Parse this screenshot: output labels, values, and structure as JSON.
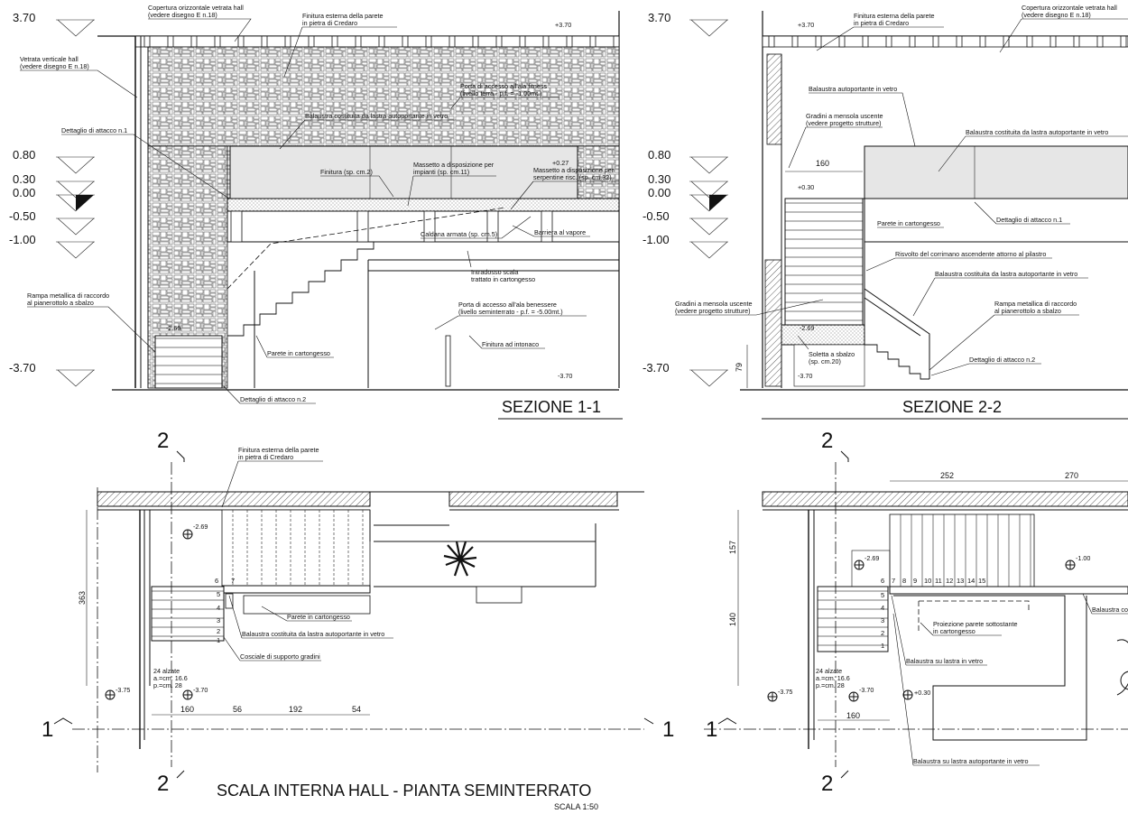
{
  "levels": {
    "left": [
      {
        "label": "3.70"
      },
      {
        "label": "0.80"
      },
      {
        "label": "0.30"
      },
      {
        "label": "0.00"
      },
      {
        "label": "-0.50"
      },
      {
        "label": "-1.00"
      },
      {
        "label": "-3.70"
      }
    ],
    "right": [
      {
        "label": "3.70"
      },
      {
        "label": "0.80"
      },
      {
        "label": "0.30"
      },
      {
        "label": "0.00"
      },
      {
        "label": "-0.50"
      },
      {
        "label": "-1.00"
      },
      {
        "label": "-3.70"
      }
    ]
  },
  "section1": {
    "title": "SEZIONE 1-1",
    "notes": {
      "copertura": [
        "Copertura orizzontale vetrata hall",
        "(vedere disegno E n.18)"
      ],
      "finitura": [
        "Finitura esterna della parete",
        "in pietra di Credaro"
      ],
      "vetrata": [
        "Vetrata verticale hall",
        "(vedere disegno E n.18)"
      ],
      "porta_terra": [
        "Porta di accesso all'ala fitness",
        "(livello terra - p.f. = -1.00mt.)"
      ],
      "balaustra": "Balaustra costituita da lastra autoportante in vetro",
      "dettaglio1": "Dettaglio di attacco n.1",
      "finitura_sp": "Finitura (sp. cm.2)",
      "massetto1": [
        "Massetto a disposizione per",
        "impianti (sp. cm.11)"
      ],
      "massetto2": [
        "Massetto a disposizione per",
        "serpentine risc. (sp. cm.32)"
      ],
      "caldana": "Caldana armata (sp. cm.5)",
      "barriera": "Barriera al vapore",
      "intradosso": [
        "Intradosso scala",
        "trattato in cartongesso"
      ],
      "porta_sem": [
        "Porta di accesso all'ala benessere",
        "(livello seminterrato - p.f. = -5.00mt.)"
      ],
      "parete": "Parete in cartongesso",
      "intonaco": "Finitura ad intonaco",
      "rampa": [
        "Rampa metallica di raccordo",
        "al pianerottolo a sbalzo"
      ],
      "dettaglio2": "Dettaglio di attacco n.2",
      "spot_370": "+3.70",
      "spot_027": "+0.27",
      "spot_269": "-2.69",
      "spot_m370": "-3.70"
    }
  },
  "section2": {
    "title": "SEZIONE 2-2",
    "notes": {
      "finitura": [
        "Finitura esterna della parete",
        "in pietra di Credaro"
      ],
      "copertura": [
        "Copertura orizzontale vetrata hall",
        "(vedere disegno E n.18)"
      ],
      "balaustra_vetro": "Balaustra autoportante in vetro",
      "gradini1": [
        "Gradini a mensola uscente",
        "(vedere progetto strutture)"
      ],
      "balaustra_lastra": "Balaustra costituita da lastra autoportante in vetro",
      "dettaglio1": "Dettaglio di attacco n.1",
      "parete": "Parete in cartongesso",
      "risvolto": "Risvolto del corrimano ascendente attorno al pilastro",
      "balaustra_lastra2": "Balaustra costituita da lastra autoportante in vetro",
      "gradini2": [
        "Gradini a mensola uscente",
        "(vedere progetto strutture)"
      ],
      "rampa": [
        "Rampa metallica di raccordo",
        "al pianerottolo a sbalzo"
      ],
      "soletta": [
        "Soletta a sbalzo",
        "(sp. cm.20)"
      ],
      "dettaglio2": "Dettaglio di attacco n.2",
      "dim_160": "160",
      "dim_79": "79",
      "spot_370": "+3.70",
      "spot_030": "+0.30",
      "spot_269": "-2.69",
      "spot_m370": "-3.70"
    }
  },
  "plan_left": {
    "title": "SCALA INTERNA HALL - PIANTA SEMINTERRATO",
    "scale": "SCALA 1:50",
    "finitura": [
      "Finitura esterna della parete",
      "in pietra di Credaro"
    ],
    "parete": "Parete in cartongesso",
    "balaustra": "Balaustra costituita da lastra autoportante in vetro",
    "cosciale": "Cosciale di supporto gradini",
    "alzate": [
      "24 alzate",
      "a.=cm. 16.6",
      "p.=cm. 28"
    ],
    "spot_269": "-2.69",
    "spot_375": "-3.75",
    "spot_370": "-3.70",
    "dims": [
      "160",
      "56",
      "192",
      "54"
    ],
    "dim_363": "363",
    "steps": [
      "1",
      "2",
      "3",
      "4",
      "5",
      "6",
      "7"
    ]
  },
  "plan_right": {
    "proiezione": [
      "Proiezione parete sottostante",
      "in cartongesso"
    ],
    "balaustra_lastra": "Balaustra su lastra in vetro",
    "balaustra_auto": "Balaustra su lastra autoportante in vetro",
    "balaustra_co": "Balaustra co",
    "alzate": [
      "24 alzate",
      "a.=cm. 16.6",
      "p.=cm. 28"
    ],
    "spot_269": "-2.69",
    "spot_375": "-3.75",
    "spot_370": "-3.70",
    "spot_030": "+0.30",
    "spot_100": "-1.00",
    "dims_top": [
      "252",
      "270"
    ],
    "dim_157": "157",
    "dim_140": "140",
    "dim_160": "160",
    "steps": [
      "1",
      "2",
      "3",
      "4",
      "5",
      "6",
      "7",
      "8",
      "9",
      "10",
      "11",
      "12",
      "13",
      "14",
      "15"
    ]
  },
  "section_marks": {
    "one": "1",
    "two": "2"
  }
}
